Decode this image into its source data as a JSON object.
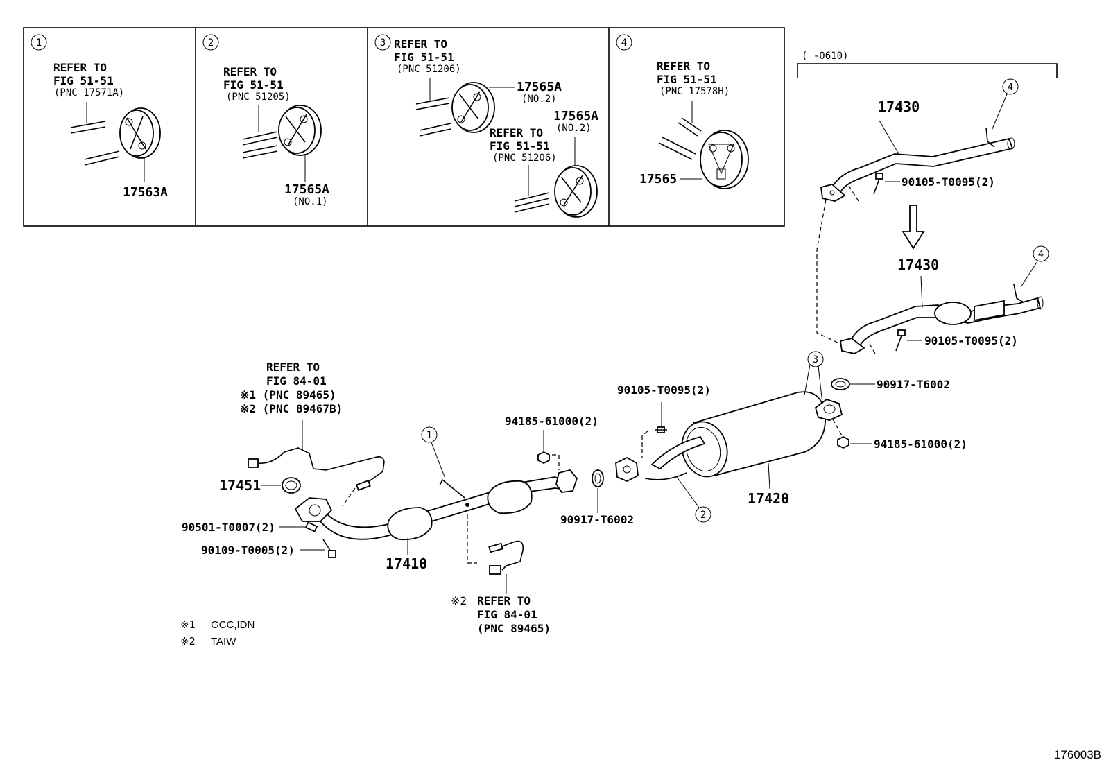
{
  "diagram_id": "176003B",
  "insets": [
    {
      "circle": "1",
      "refer_lines": [
        "REFER TO",
        "FIG 51-51"
      ],
      "pnc": "(PNC 17571A)",
      "part": "17563A"
    },
    {
      "circle": "2",
      "refer_lines": [
        "REFER TO",
        "FIG 51-51"
      ],
      "pnc": "(PNC 51205)",
      "part": "17565A",
      "part_note": "(NO.1)"
    },
    {
      "circle": "3",
      "refer_lines": [
        "REFER TO",
        "FIG 51-51"
      ],
      "pnc": "(PNC 51206)",
      "part": "17565A",
      "part_note": "(NO.2)",
      "refer2_lines": [
        "REFER TO",
        "FIG 51-51"
      ],
      "pnc2": "(PNC 51206)",
      "part2": "17565A",
      "part2_note": "(NO.2)"
    },
    {
      "circle": "4",
      "refer_lines": [
        "REFER TO",
        "FIG 51-51"
      ],
      "pnc": "(PNC 17578H)",
      "part": "17565"
    }
  ],
  "date_range": "(   -0610)",
  "callouts": {
    "p17430_top": "17430",
    "p17430_bottom": "17430",
    "bolt_top": "90105-T0095(2)",
    "bolt_mid": "90105-T0095(2)",
    "gasket_right": "90917-T6002",
    "nut_right": "94185-61000(2)",
    "circle3": "3",
    "circle4_top": "4",
    "circle4_bottom": "4",
    "p17420": "17420",
    "bolt_center": "90105-T0095(2)",
    "gasket_center": "90917-T6002",
    "circle2": "2",
    "nut_center": "94185-61000(2)",
    "circle1": "1",
    "p17410": "17410",
    "p17451": "17451",
    "stud": "90501-T0007(2)",
    "bolt_left": "90109-T0005(2)",
    "refer_sensor_lines": [
      "REFER TO",
      "FIG 84-01",
      "※1 (PNC 89465)",
      "※2 (PNC 89467B)"
    ],
    "refer_lower_mark": "※2",
    "refer_lower_lines": [
      "REFER TO",
      "FIG 84-01",
      "(PNC 89465)"
    ]
  },
  "notes": [
    {
      "mark": "※1",
      "text": "GCC,IDN"
    },
    {
      "mark": "※2",
      "text": "TAIW"
    }
  ]
}
